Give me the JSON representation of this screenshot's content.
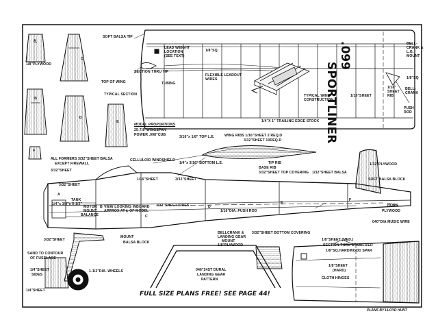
{
  "title": {
    "line1": ".099",
    "line2": "SPORTLINER"
  },
  "banner": "FULL SIZE PLANS FREE! SEE PAGE 44!",
  "credit": "PLANS BY LLOYD HUNT",
  "formers": {
    "a_label": "A",
    "b_label": "B",
    "c_label": "C",
    "d_label": "D",
    "e_label": "E",
    "f_label": "F",
    "ply": "1/8\"PLYWOOD"
  },
  "notes": {
    "proportions_title": "MODEL PROPORTIONS",
    "proportions_1": "25-7/8\"WINGSPAN",
    "proportions_2": "POWER .098\"CUB",
    "formers_note_1": "ALL FORMERS 3/32\"SHEET BALSA",
    "formers_note_2": "EXCEPT FIREWALL",
    "typical_section": "TYPICAL SECTION",
    "top_of_wing": "TOP OF WING"
  },
  "wing": {
    "soft_balsa_tip": "SOFT BALSA TIP",
    "lead_weight_1": "LEAD WEIGHT",
    "lead_weight_2": "LOCATION",
    "lead_weight_3": "(SEE TEXT)",
    "spar": "1/8\"SQ.",
    "section_thru_tip": "SECTION THRU TIP",
    "tubing": "TUBING",
    "leadout_1": "FLEXIBLE LEADOUT",
    "leadout_2": "WIRES",
    "trailing_edge": "1/4\"X 1\" TRAILING EDGE STOCK",
    "typical_construction_1": "TYPICAL WING",
    "typical_construction_2": "CONSTRUCTION",
    "sheet": "1/16\"SHEET",
    "bellcrank_mount_1": "BELL-",
    "bellcrank_mount_2": "CRANK &",
    "bellcrank_mount_3": "L.G.",
    "bellcrank_mount_4": "MOUNT",
    "sq_1_8": "1/8\"SQ",
    "sheet_rib_1": "1/16\"",
    "sheet_rib_2": "SHEET",
    "sheet_rib_3": "RIB",
    "bellcrank_1": "BELL-",
    "bellcrank_2": "CRANK",
    "push_rod_1": "PUSH",
    "push_rod_2": "ROD"
  },
  "rib": {
    "top_le": "3/16\"x 1/8\" TOP L.E.",
    "ribs": "WING RIBS 1/16\"SHEET 2 REQ.D",
    "ribs2": "3/32\"SHEET 10REQ.D",
    "bottom_le": "1/4\"x 3/16\" BOTTOM L.E.",
    "tip_rib": "TIP RIB",
    "base_rib": "BASE RIB"
  },
  "fuselage": {
    "windshield": "CELLULOID WINDSHIELD",
    "sheet_332_a": "3/32\"SHEET",
    "sheet_332_b": "3/32\"SHEET",
    "sheet_116": "1/16\"SHEET",
    "sheet_332_top": "3/32\"SHEET",
    "top_covering": "3/32\"SHEET TOP COVERING",
    "balsa_1_32": "1/32\"SHEET BALSA",
    "ply_1_32": "1/32\"PLYWOOD",
    "soft_balsa_block": "SOFT BALSA BLOCK",
    "stick": "1/4\"x 3/8\"x 5-1/2\"",
    "tank": "TANK",
    "motor_mount_1": "MOTOR",
    "motor_mount_2": "MOUNT",
    "view_1": "VIEW LOOKING INBOARD",
    "view_2": "APPROX AT ℄ OF MODEL",
    "sheet_sides": "3/32\"SHEET SIDES",
    "push_rod": "1/16\"DIA. PUSH ROD",
    "horn": "HORN",
    "plywood": "PLYWOOD",
    "music_wire": "040\"DIA MUSIC WIRE",
    "balance": "BALANCE",
    "mount": "MOUNT",
    "balsa_block": "BALSA BLOCK",
    "sheet_332_lower": "3/32\"SHEET",
    "bottom_covering": "3/32\"SHEET BOTTOM COVERING",
    "bellcrank_1": "BELLCRANK &",
    "bellcrank_2": "LANDING GEAR",
    "bellcrank_3": "MOUNT",
    "bellcrank_4": "1/8\"PLYWOOD",
    "sand_1": "SAND TO CONTOUR",
    "sand_2": "OF FUSELAGE",
    "sides_1": "1/4\"SHEET",
    "sides_2": "SIDES",
    "quarter_sheet": "1/4\"SHEET",
    "wheels": "1-1/2\"DIA. WHEELS",
    "gear_1": "046\"24ST DURAL",
    "gear_2": "LANDING GEAR",
    "gear_3": "PATTERN",
    "letter_a": "A",
    "letter_b": "B",
    "letter_c": "C",
    "letter_d": "D",
    "letter_e": "E",
    "letter_f": "F"
  },
  "stab": {
    "med": "1/8\"SHEET (MED.)",
    "spar": "1/8\"SQ.HARDWOOD SPAR",
    "section": "SECTION THRU STABILIZER",
    "hard_1": "1/8\"SHEET",
    "hard_2": "(HARD)",
    "hinges": "CLOTH HINGES"
  }
}
